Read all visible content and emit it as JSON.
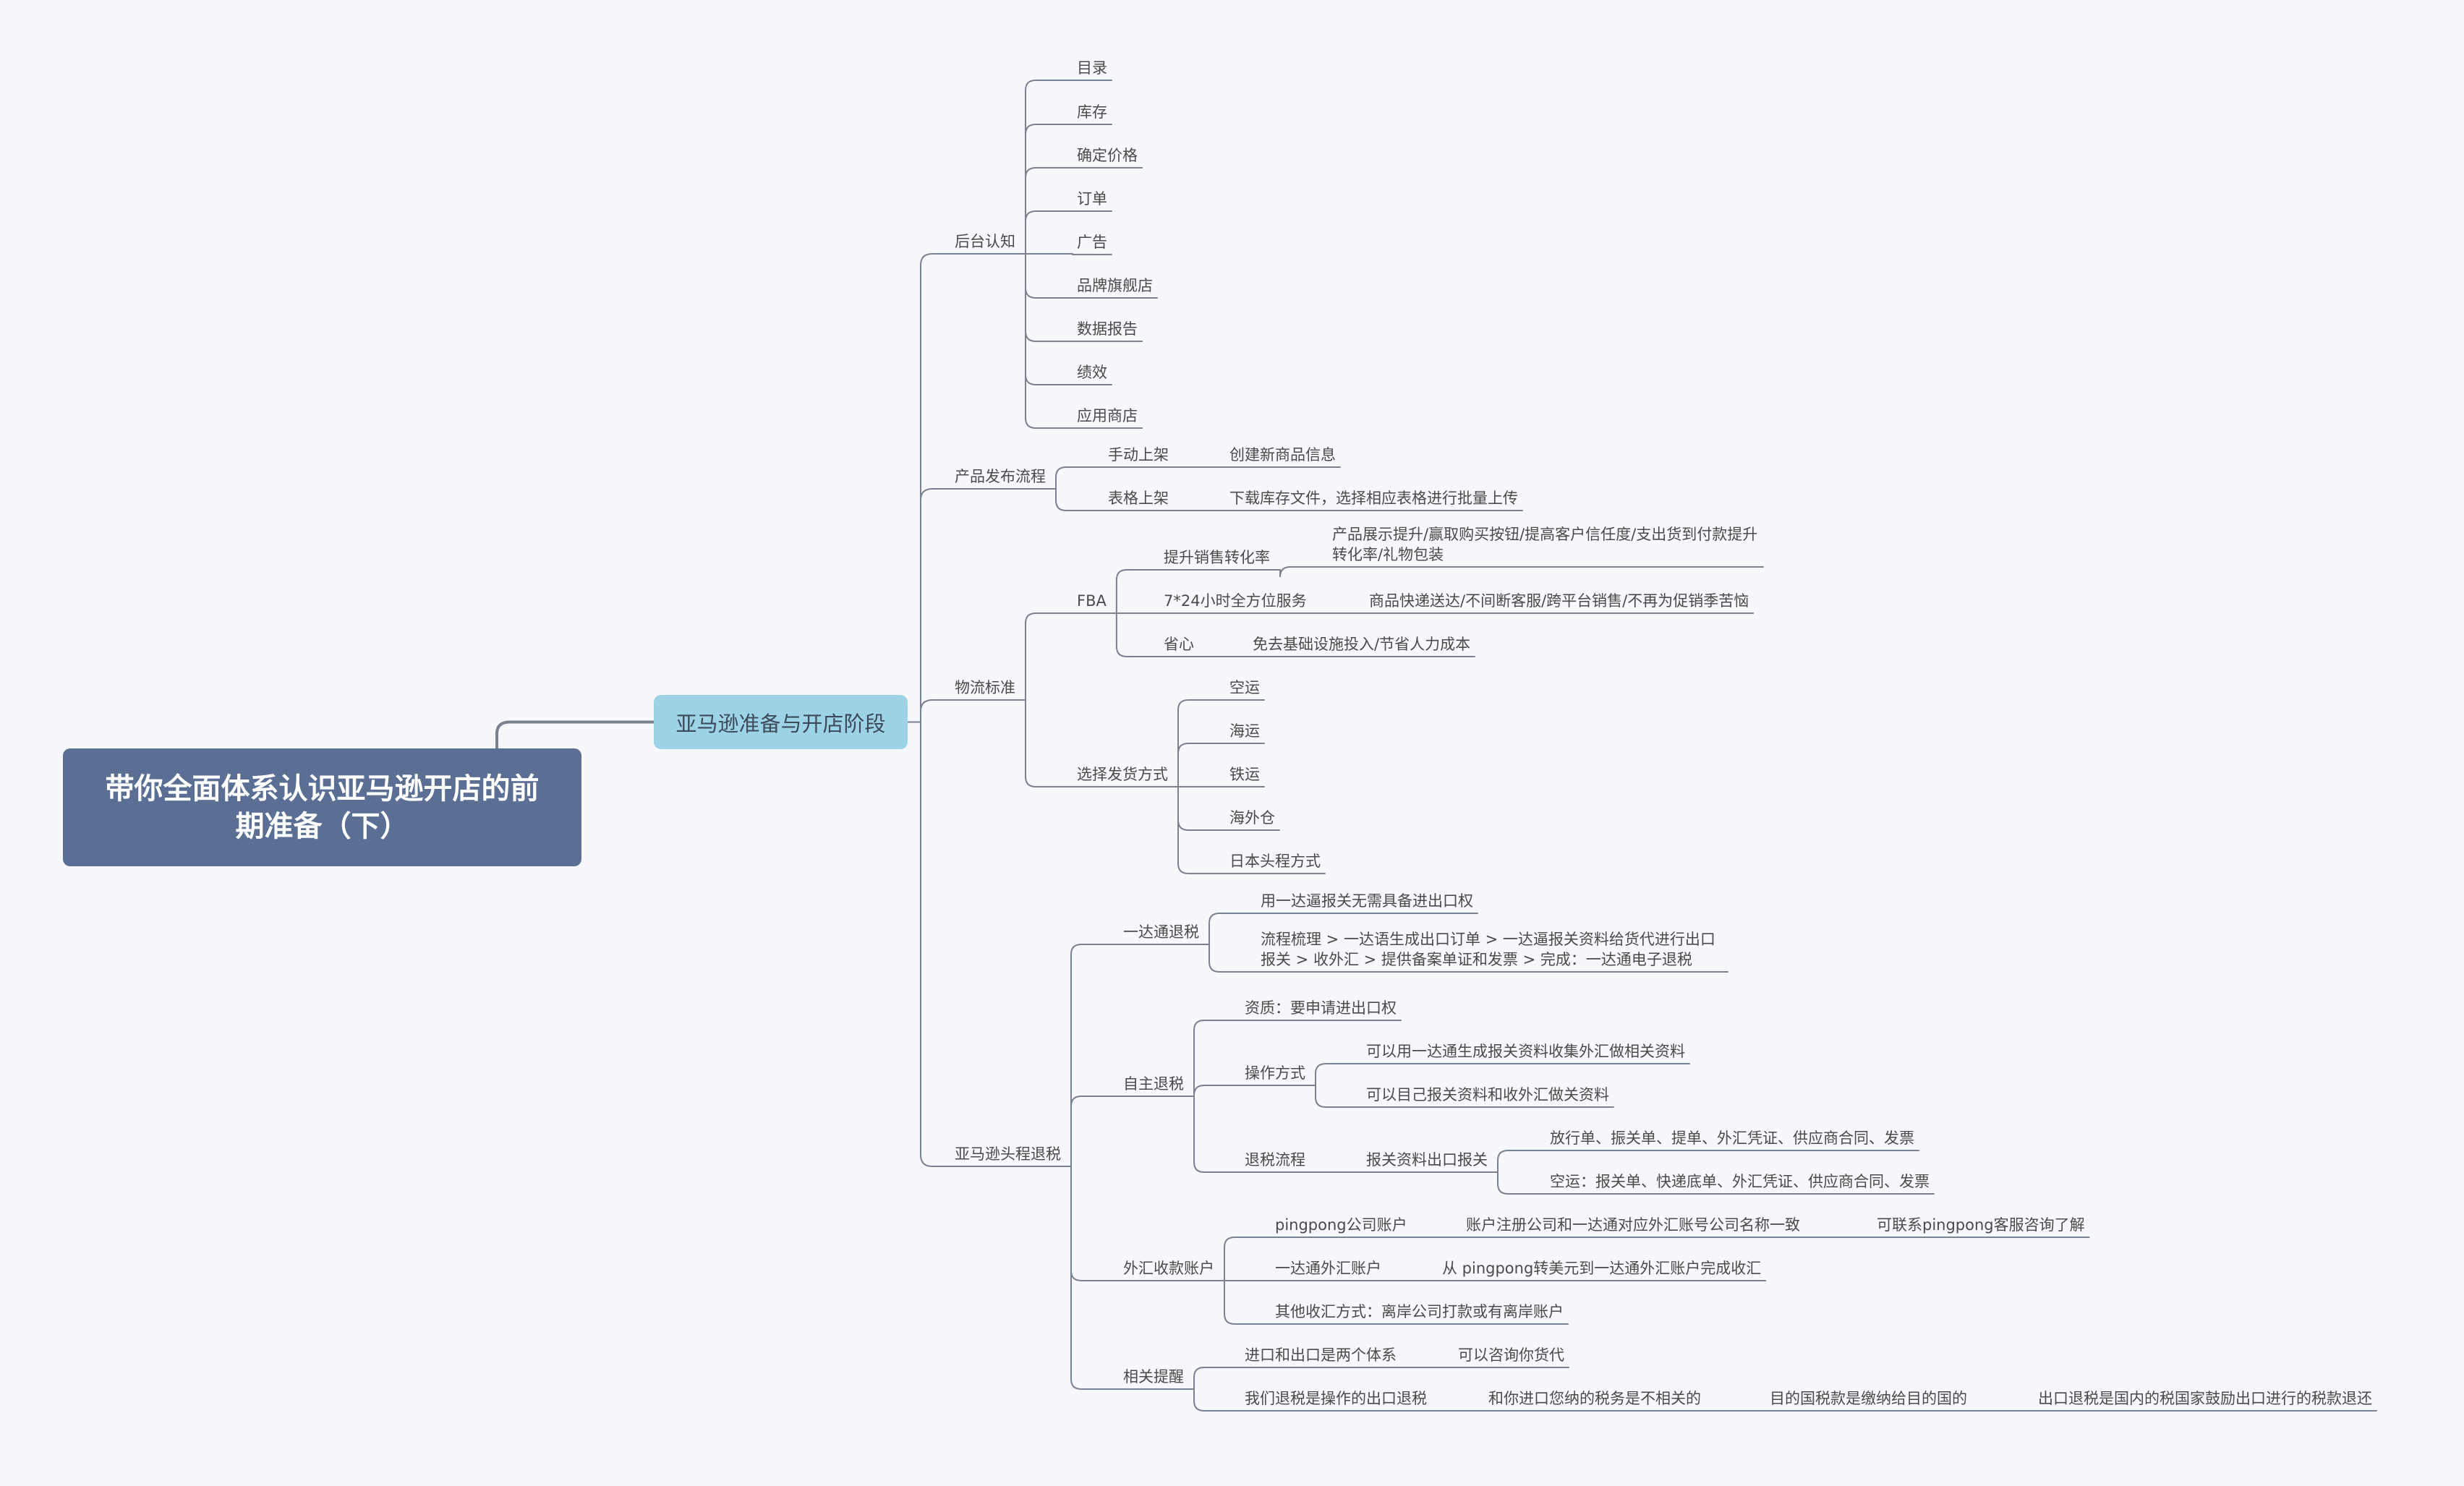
{
  "root": "带你全面体系认识亚马逊开店的前期准备（下）",
  "main": "亚马逊准备与开店阶段",
  "colors": {
    "root_bg": "#5b6f95",
    "main_bg": "#9dd3e6",
    "line": "#7a8191",
    "background": "#f6f8fb"
  },
  "sections": {
    "backend": {
      "label": "后台认知",
      "items": [
        "目录",
        "库存",
        "确定价格",
        "订单",
        "广告",
        "品牌旗舰店",
        "数据报告",
        "绩效",
        "应用商店"
      ]
    },
    "publish": {
      "label": "产品发布流程",
      "manual": {
        "label": "手动上架",
        "detail": "创建新商品信息"
      },
      "sheet": {
        "label": "表格上架",
        "detail": "下载库存文件，选择相应表格进行批量上传"
      }
    },
    "logistics": {
      "label": "物流标准",
      "fba": {
        "label": "FBA",
        "conv": {
          "label": "提升销售转化率",
          "detail": "产品展示提升/赢取购买按钮/提高客户信任度/支出货到付款提升转化率/礼物包装"
        },
        "service": {
          "label": "7*24小时全方位服务",
          "detail": "商品快递送达/不间断客服/跨平台销售/不再为促销季苦恼"
        },
        "save": {
          "label": "省心",
          "detail": "免去基础设施投入/节省人力成本"
        }
      },
      "shipping": {
        "label": "选择发货方式",
        "items": [
          "空运",
          "海运",
          "铁运",
          "海外仓",
          "日本头程方式"
        ]
      }
    },
    "refund": {
      "label": "亚马逊头程退税",
      "yidatong": {
        "label": "一达通退税",
        "a": "用一达逼报关无需具备进出口权",
        "b": "流程梳理 > 一达语生成出口订单 > 一达逼报关资料给货代进行出口报关 > 收外汇 > 提供备案单证和发票 > 完成：一达通电子退税"
      },
      "self": {
        "label": "自主退税",
        "qual": "资质：要申请进出口权",
        "ops": {
          "label": "操作方式",
          "a": "可以用一达通生成报关资料收集外汇做相关资料",
          "b": "可以目己报关资料和收外汇做关资料"
        },
        "flow": {
          "label": "退税流程",
          "sub": "报关资料出口报关",
          "a": "放行单、振关单、提单、外汇凭证、供应商合同、发票",
          "b": "空运：报关单、快递底单、外汇凭证、供应商合同、发票"
        }
      },
      "fx": {
        "label": "外汇收款账户",
        "pp": {
          "label": "pingpong公司账户",
          "detail": "账户注册公司和一达通对应外汇账号公司名称一致",
          "note": "可联系pingpong客服咨询了解"
        },
        "ydt": {
          "label": "一达通外汇账户",
          "detail": "从 pingpong转美元到一达通外汇账户完成收汇"
        },
        "other": "其他收汇方式：离岸公司打款或有离岸账户"
      },
      "remind": {
        "label": "相关提醒",
        "a": {
          "label": "进口和出口是两个体系",
          "detail": "可以咨询你货代"
        },
        "b": {
          "label": "我们退税是操作的出口退税",
          "c1": "和你进口您纳的税务是不相关的",
          "c2": "目的国税款是缴纳给目的国的",
          "c3": "出口退税是国内的税国家鼓励出口进行的税款退还"
        }
      }
    }
  }
}
